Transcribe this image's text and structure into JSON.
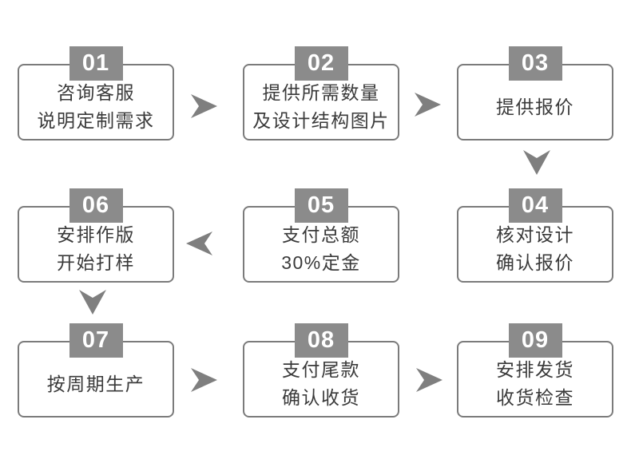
{
  "diagram": {
    "title": "custom-order-process-flowchart",
    "colors": {
      "background": "#ffffff",
      "badge": "#8b8b8b",
      "badge_text": "#ffffff",
      "box_border": "#7b7b7b",
      "box_background": "#ffffff",
      "text": "#3a3a3a",
      "arrow": "#7f7f7f"
    },
    "steps": [
      {
        "number": "01",
        "lines": [
          "咨询客服",
          "说明定制需求"
        ]
      },
      {
        "number": "02",
        "lines": [
          "提供所需数量",
          "及设计结构图片"
        ]
      },
      {
        "number": "03",
        "lines": [
          "提供报价"
        ]
      },
      {
        "number": "04",
        "lines": [
          "核对设计",
          "确认报价"
        ]
      },
      {
        "number": "05",
        "lines": [
          "支付总额",
          "30%定金"
        ]
      },
      {
        "number": "06",
        "lines": [
          "安排作版",
          "开始打样"
        ]
      },
      {
        "number": "07",
        "lines": [
          "按周期生产"
        ]
      },
      {
        "number": "08",
        "lines": [
          "支付尾款",
          "确认收货"
        ]
      },
      {
        "number": "09",
        "lines": [
          "安排发货",
          "收货检查"
        ]
      }
    ],
    "arrows": [
      {
        "from": "01",
        "to": "02",
        "direction": "right"
      },
      {
        "from": "02",
        "to": "03",
        "direction": "right"
      },
      {
        "from": "03",
        "to": "04",
        "direction": "down"
      },
      {
        "from": "05",
        "to": "06",
        "direction": "left"
      },
      {
        "from": "06",
        "to": "07",
        "direction": "down"
      },
      {
        "from": "07",
        "to": "08",
        "direction": "right"
      },
      {
        "from": "08",
        "to": "09",
        "direction": "right"
      }
    ]
  }
}
